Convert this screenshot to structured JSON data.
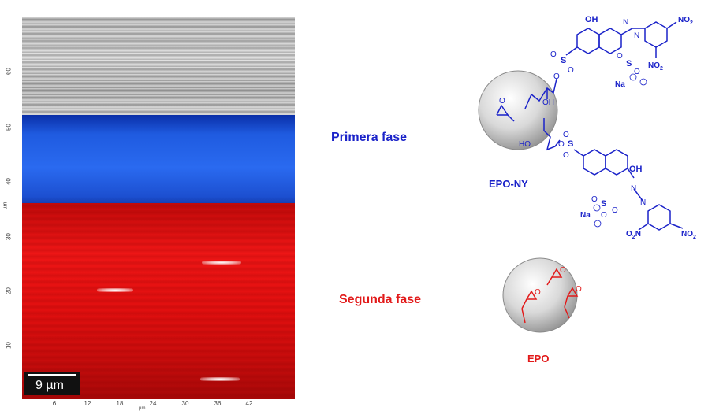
{
  "map": {
    "scale_bar_label": "9 µm",
    "y_ticks": [
      "60",
      "50",
      "40",
      "30",
      "20",
      "10"
    ],
    "y_axis_label": "µm",
    "x_ticks": [
      "6",
      "12",
      "18",
      "24",
      "30",
      "36",
      "42"
    ],
    "x_axis_label": "µm",
    "colors": {
      "top_layer": "#bdbdbd",
      "first_phase": "#1f5be0",
      "second_phase": "#e81010"
    }
  },
  "labels": {
    "first_phase": "Primera fase",
    "second_phase": "Segunda fase"
  },
  "structures": {
    "functionalized_name": "EPO-NY",
    "plain_name": "EPO",
    "functionalized_color": "#1a22c9",
    "plain_color": "#e21a1a",
    "atoms": {
      "oh": "OH",
      "no2": "NO",
      "no2_sub": "2",
      "o2n": "O",
      "o2n_sub": "2",
      "o2n_tail": "N",
      "na": "Na",
      "o": "O",
      "s": "S",
      "n": "N",
      "ho": "HO"
    }
  }
}
